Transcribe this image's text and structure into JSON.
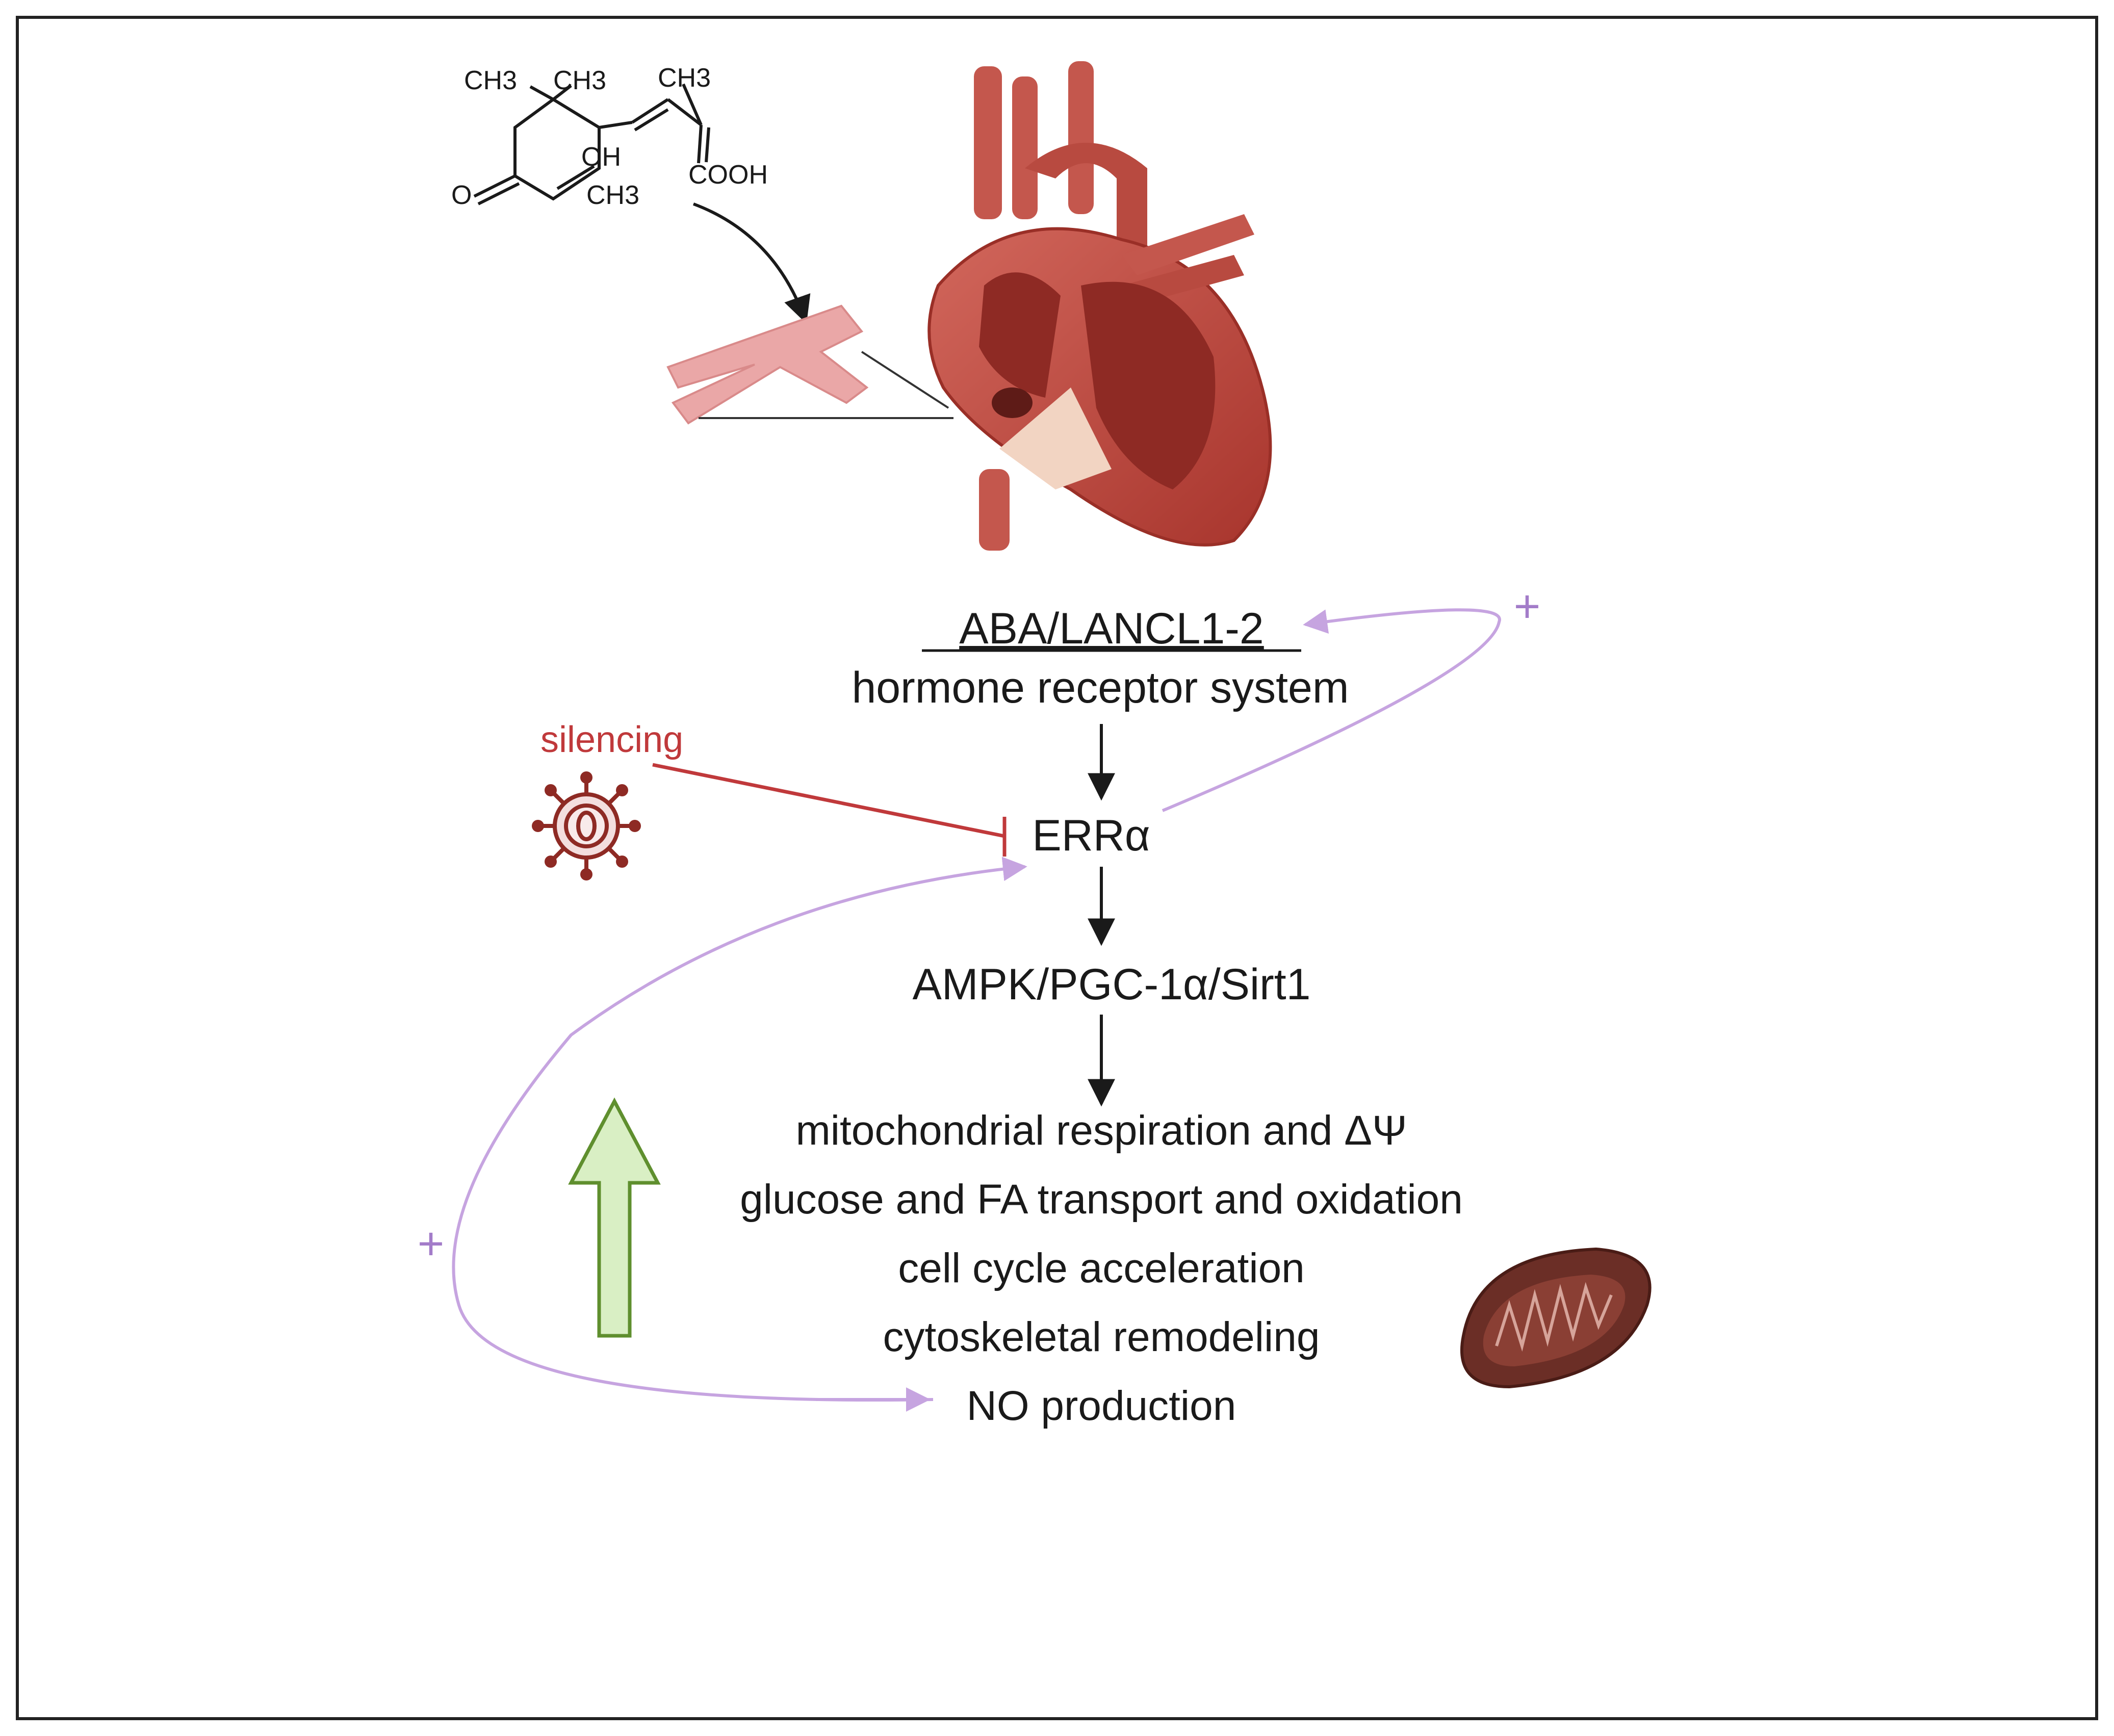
{
  "molecule": {
    "labels": {
      "ch3_a": "CH3",
      "ch3_b": "CH3",
      "ch3_c": "CH3",
      "ch3_d": "CH3",
      "oh": "OH",
      "cooh": "COOH",
      "o": "O"
    }
  },
  "pathway": {
    "receptor_title": "ABA/LANCL1-2",
    "receptor_subtitle": "hormone receptor system",
    "silencing_label": "silencing",
    "err": "ERRα",
    "ampk": "AMPK/PGC-1α/Sirt1",
    "outcomes": [
      "mitochondrial respiration and ΔΨ",
      "glucose and FA transport and oxidation",
      "cell cycle acceleration",
      "cytoskeletal remodeling",
      "NO production"
    ],
    "plus_top": "+",
    "plus_left": "+"
  },
  "icons": {
    "heart": "heart-icon",
    "cardiomyocyte": "cardiomyocyte-icon",
    "virus": "virus-vector-icon",
    "mitochondrion": "mitochondrion-icon",
    "upregulation_arrow": "up-arrow-icon"
  },
  "colors": {
    "text": "#1a1a1a",
    "inhibition": "#c0393b",
    "feedback": "#c6a4e0",
    "up_arrow_fill": "#d9efc4",
    "up_arrow_stroke": "#5f8f2e",
    "heart": "#b8453c",
    "mitochondrion": "#6b2e26"
  }
}
